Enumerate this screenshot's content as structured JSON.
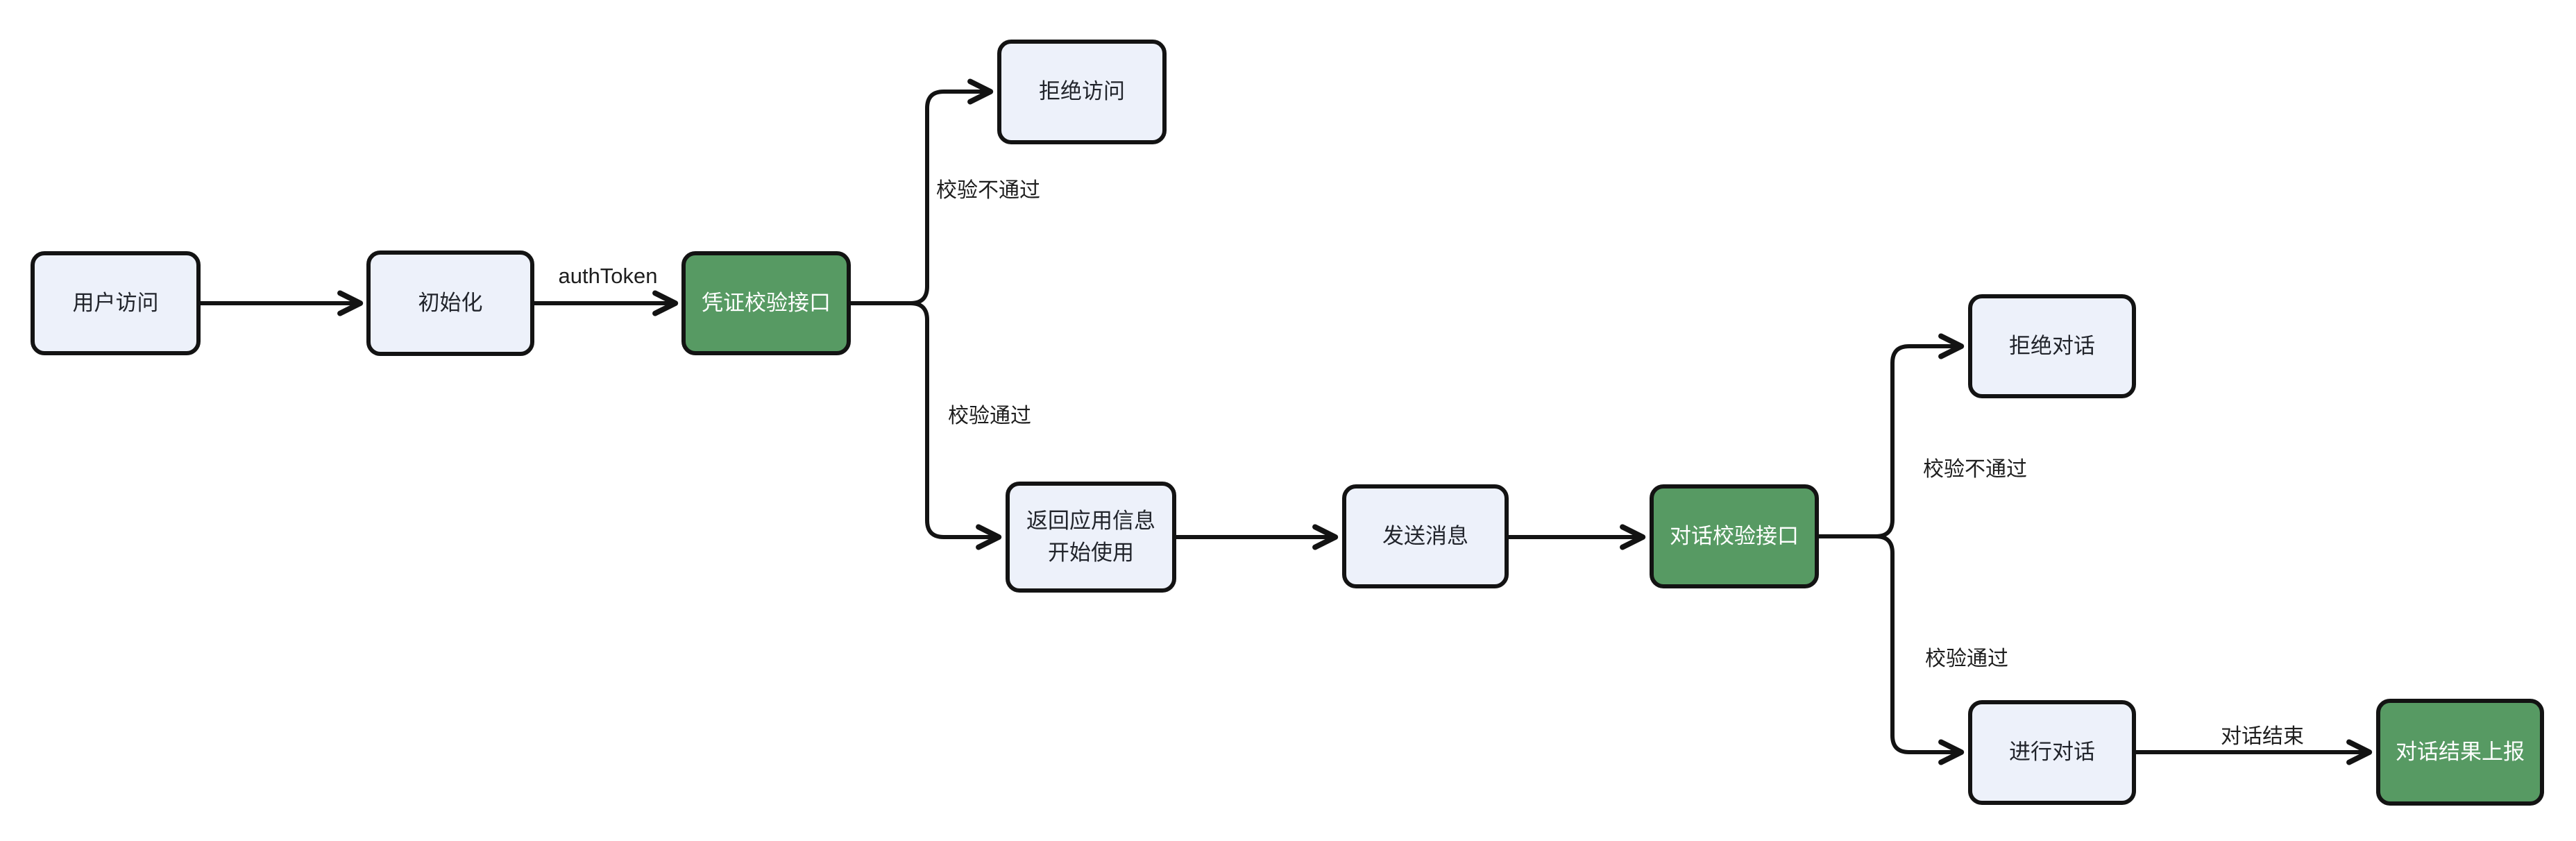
{
  "diagram": {
    "title": "credential-and-dialog-verification-flow",
    "colors": {
      "background": "#ffffff",
      "node_fill": "#EDF1FA",
      "node_border": "#131313",
      "node_text": "#21242B",
      "accent_fill": "#579A63",
      "accent_text": "#ffffff",
      "edge_stroke": "#131313",
      "edge_label_text": "#1E1E1E"
    },
    "nodes": [
      {
        "id": "user-access",
        "label": "用户访问",
        "type": "default"
      },
      {
        "id": "init",
        "label": "初始化",
        "type": "default"
      },
      {
        "id": "credential-check-api",
        "label": "凭证校验接口",
        "type": "accent"
      },
      {
        "id": "deny-access",
        "label": "拒绝访问",
        "type": "default"
      },
      {
        "id": "return-app-info",
        "label": "返回应用信息\n开始使用",
        "type": "default"
      },
      {
        "id": "send-message",
        "label": "发送消息",
        "type": "default"
      },
      {
        "id": "dialog-check-api",
        "label": "对话校验接口",
        "type": "accent"
      },
      {
        "id": "deny-dialog",
        "label": "拒绝对话",
        "type": "default"
      },
      {
        "id": "do-dialog",
        "label": "进行对话",
        "type": "default"
      },
      {
        "id": "dialog-result-report",
        "label": "对话结果上报",
        "type": "accent"
      }
    ],
    "edges": [
      {
        "from": "user-access",
        "to": "init",
        "label": ""
      },
      {
        "from": "init",
        "to": "credential-check-api",
        "label": "authToken"
      },
      {
        "from": "credential-check-api",
        "to": "deny-access",
        "label": "校验不通过"
      },
      {
        "from": "credential-check-api",
        "to": "return-app-info",
        "label": "校验通过"
      },
      {
        "from": "return-app-info",
        "to": "send-message",
        "label": ""
      },
      {
        "from": "send-message",
        "to": "dialog-check-api",
        "label": ""
      },
      {
        "from": "dialog-check-api",
        "to": "deny-dialog",
        "label": "校验不通过"
      },
      {
        "from": "dialog-check-api",
        "to": "do-dialog",
        "label": "校验通过"
      },
      {
        "from": "do-dialog",
        "to": "dialog-result-report",
        "label": "对话结束"
      }
    ],
    "edge_labels": [
      {
        "id": "auth-token",
        "text": "authToken"
      },
      {
        "id": "check-fail-1",
        "text": "校验不通过"
      },
      {
        "id": "check-pass-1",
        "text": "校验通过"
      },
      {
        "id": "check-fail-2",
        "text": "校验不通过"
      },
      {
        "id": "check-pass-2",
        "text": "校验通过"
      },
      {
        "id": "dialog-end",
        "text": "对话结束"
      }
    ]
  }
}
